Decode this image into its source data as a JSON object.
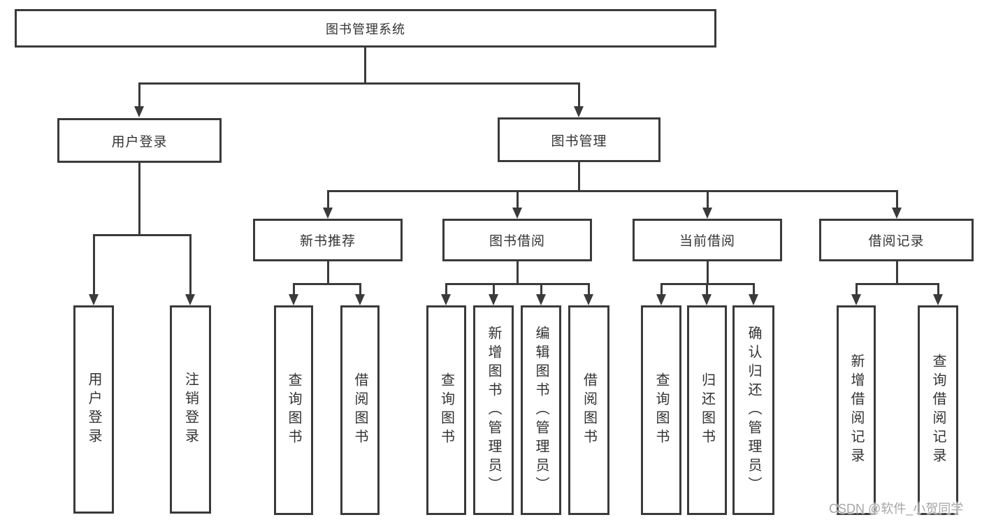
{
  "nodes": {
    "root": "图书管理系统",
    "level2": {
      "user_login": "用户登录",
      "book_management": "图书管理"
    },
    "level3": {
      "new_book_recommend": "新书推荐",
      "book_borrow": "图书借阅",
      "current_borrow": "当前借阅",
      "borrow_records": "借阅记录"
    },
    "leaves": {
      "user_login": "用户登录",
      "logout": "注销登录",
      "nbr_query_books": "查询图书",
      "nbr_borrow_books": "借阅图书",
      "bb_query_books": "查询图书",
      "bb_add_books_admin": "新增图书（管理员）",
      "bb_edit_books_admin": "编辑图书（管理员）",
      "bb_borrow_books": "借阅图书",
      "cb_query_books": "查询图书",
      "cb_return_books": "归还图书",
      "cb_confirm_return_admin": "确认归还（管理员）",
      "br_add_record": "新增借阅记录",
      "br_query_record": "查询借阅记录"
    }
  },
  "watermark": "CSDN @软件_小贺同学",
  "colors": {
    "line": "#3a3a3a",
    "text": "#333333",
    "background": "#ffffff",
    "watermark": "#a6a6a6"
  }
}
